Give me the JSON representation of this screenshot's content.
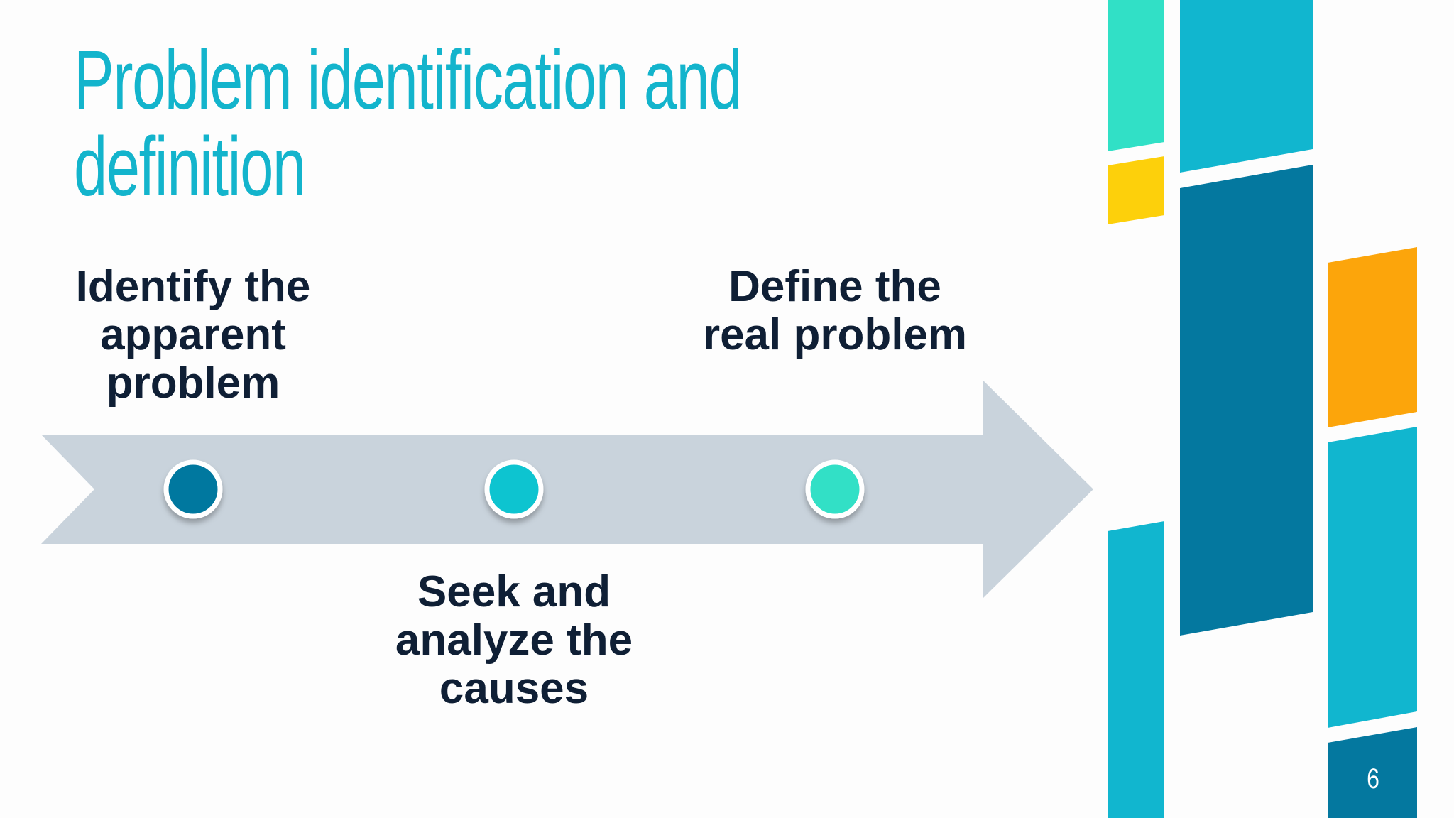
{
  "slide": {
    "title": "Problem identification and definition",
    "page_number": "6"
  },
  "steps": [
    {
      "label": "Identify the apparent problem",
      "dot_color": "#04789f"
    },
    {
      "label": "Seek and analyze the causes",
      "dot_color": "#10c4d0"
    },
    {
      "label": "Define the real problem",
      "dot_color": "#31e0c6"
    }
  ],
  "colors": {
    "title": "#13b4cc",
    "arrow": "#c9d3dc",
    "text": "#0f1f35",
    "accent_teal": "#31e0c6",
    "accent_cyan": "#11b6cf",
    "accent_dark_blue": "#04789f",
    "accent_yellow": "#fdd00b",
    "accent_orange": "#fca50b"
  }
}
